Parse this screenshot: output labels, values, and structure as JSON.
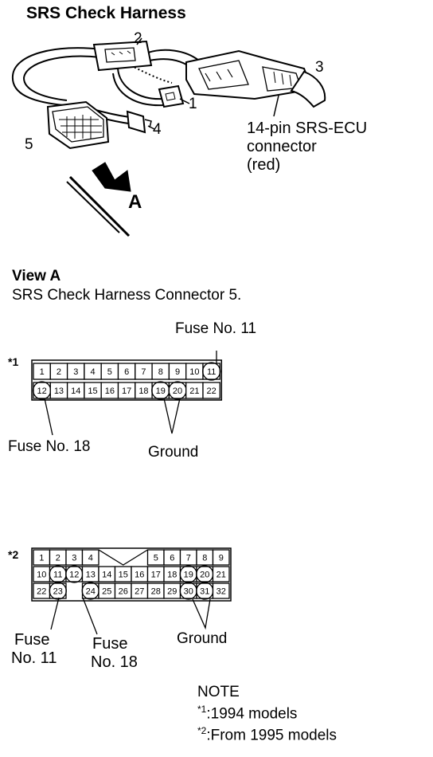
{
  "title": "SRS Check Harness",
  "harness": {
    "callouts": [
      "1",
      "2",
      "3",
      "4",
      "5"
    ],
    "arrow_label": "A",
    "ecu_connector": [
      "14-pin SRS-ECU",
      "connector",
      "(red)"
    ]
  },
  "view": {
    "heading": "View A",
    "subheading": "SRS Check Harness Connector 5."
  },
  "connector_1994": {
    "marker": "*1",
    "fuse_top_label": "Fuse No. 11",
    "fuse_left_label": "Fuse No. 18",
    "ground_label": "Ground",
    "row1": [
      "1",
      "2",
      "3",
      "4",
      "5",
      "6",
      "7",
      "8",
      "9",
      "10",
      "11"
    ],
    "row2": [
      "12",
      "13",
      "14",
      "15",
      "16",
      "17",
      "18",
      "19",
      "20",
      "21",
      "22"
    ]
  },
  "connector_1995": {
    "marker": "*2",
    "fuse11_label": [
      "Fuse",
      "No. 11"
    ],
    "fuse18_label": [
      "Fuse",
      "No. 18"
    ],
    "ground_label": "Ground",
    "row1_left": [
      "1",
      "2",
      "3",
      "4"
    ],
    "row1_right": [
      "5",
      "6",
      "7",
      "8",
      "9"
    ],
    "row2": [
      "10",
      "11",
      "12",
      "13",
      "14",
      "15",
      "16",
      "17",
      "18",
      "19",
      "20",
      "21"
    ],
    "row3": [
      "22",
      "23",
      "24",
      "25",
      "26",
      "27",
      "28",
      "29",
      "30",
      "31",
      "32"
    ]
  },
  "note": {
    "heading": "NOTE",
    "line1_marker": "*1",
    "line1_text": ":1994 models",
    "line2_marker": "*2",
    "line2_text": ":From 1995 models"
  }
}
